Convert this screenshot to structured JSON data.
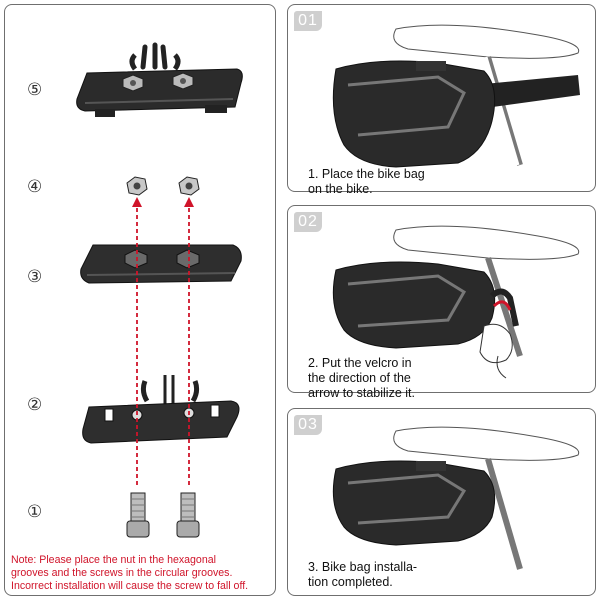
{
  "left": {
    "parts": [
      {
        "number": "⑤"
      },
      {
        "number": "④"
      },
      {
        "number": "③"
      },
      {
        "number": "②"
      },
      {
        "number": "①"
      }
    ],
    "note": "Note: Please place the nut in the hexagonal\ngrooves and the screws in the circular grooves.\nIncorrect installation will cause the screw to fall off."
  },
  "steps": [
    {
      "number": "01",
      "caption": "1. Place the bike bag\non the bike."
    },
    {
      "number": "02",
      "caption": "2. Put the velcro in\nthe direction of the\narrow to stabilize it."
    },
    {
      "number": "03",
      "caption": "3. Bike bag installa-\ntion completed."
    }
  ],
  "colors": {
    "accent_red": "#d0142a",
    "border": "#6f6f6f",
    "step_badge": "#cfcfcf"
  }
}
